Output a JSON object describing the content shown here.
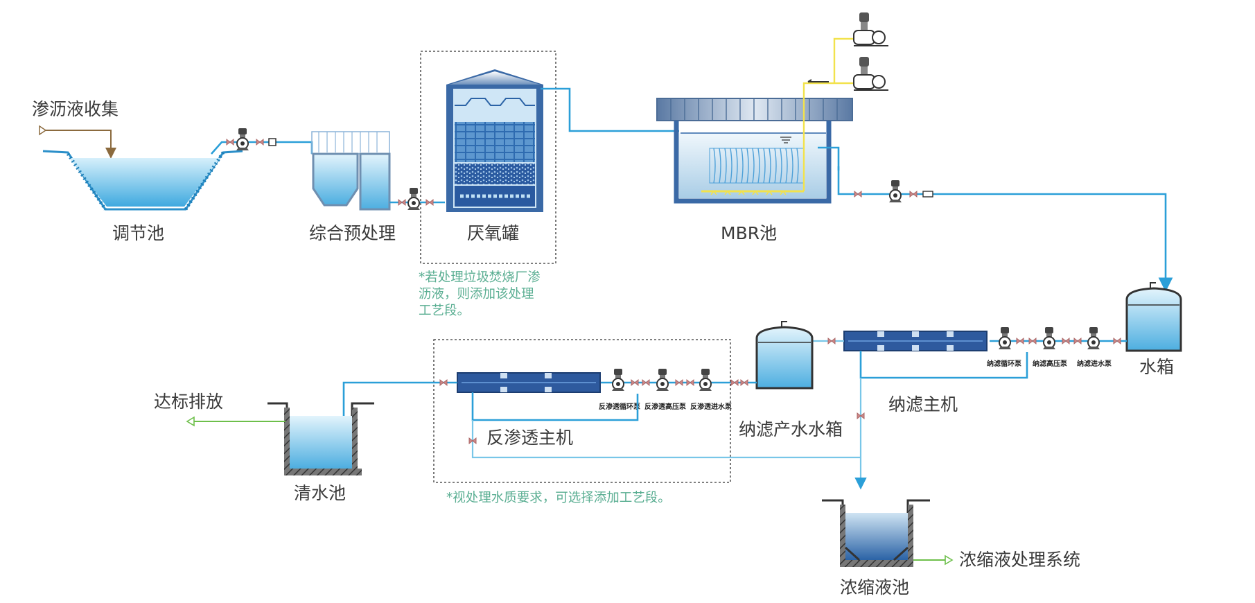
{
  "diagram": {
    "labels": {
      "leachate_collection": "渗沥液收集",
      "regulating_tank": "调节池",
      "pretreatment": "综合预处理",
      "anaerobic_tank": "厌氧罐",
      "mbr_tank": "MBR池",
      "water_tank": "水箱",
      "nf_host": "纳滤主机",
      "nf_product_tank": "纳滤产水水箱",
      "ro_host": "反渗透主机",
      "clear_water_tank": "清水池",
      "discharge": "达标排放",
      "concentrate_tank": "浓缩液池",
      "concentrate_system": "浓缩液处理系统"
    },
    "notes": {
      "anaerobic_note_1": "*若处理垃圾焚烧厂渗",
      "anaerobic_note_2": "沥液，则添加该处理",
      "anaerobic_note_3": "工艺段。",
      "ro_note": "*视处理水质要求，可选择添加工艺段。"
    },
    "pumps": {
      "nf_circulation": "纳滤循环泵",
      "nf_high_pressure": "纳滤高压泵",
      "nf_feed": "纳滤进水泵",
      "ro_circulation": "反渗透循环泵",
      "ro_high_pressure": "反渗透高压泵",
      "ro_feed": "反渗透进水泵"
    },
    "colors": {
      "main_pipe": "#2b9fd8",
      "light_pipe": "#78c6e8",
      "air_pipe": "#f2e24c",
      "inlet_pipe": "#8b6a3e",
      "outlet_arrow": "#6dbf4a",
      "note_text": "#5aae92",
      "membrane_dark": "#2e5a9e"
    }
  }
}
